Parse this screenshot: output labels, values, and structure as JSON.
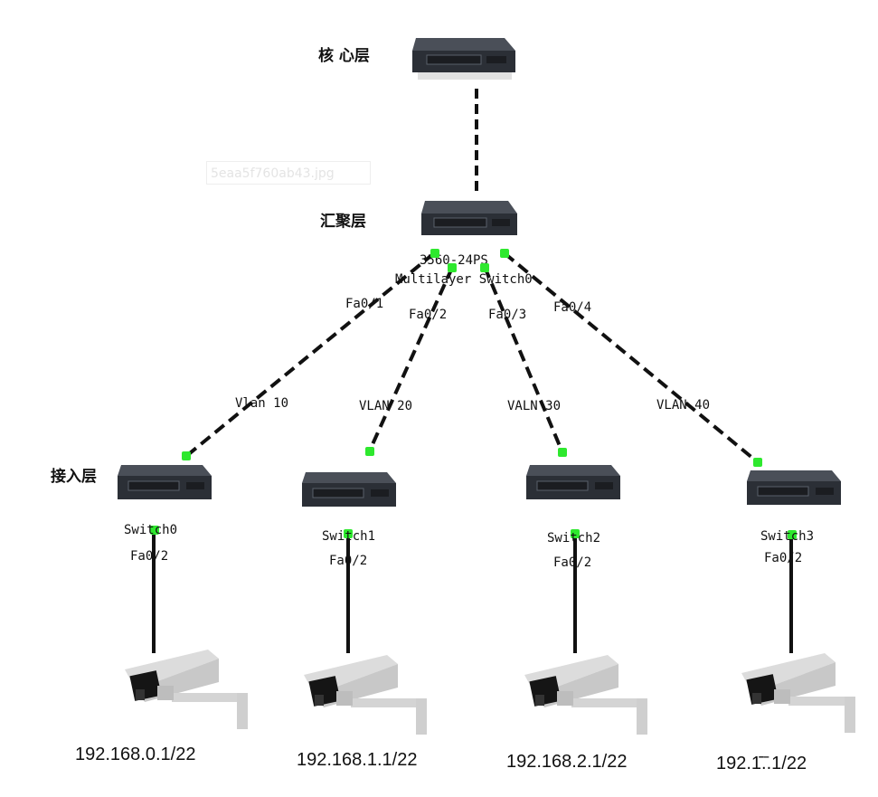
{
  "layers": {
    "core": "核 心层",
    "aggregation": "汇聚层",
    "access": "接入层"
  },
  "watermark": "5eaa5f760ab43.jpg",
  "core_switch": {
    "icon": "network-switch-icon"
  },
  "multilayer_switch": {
    "model": "3560-24PS",
    "name": "Multilayer Switch0",
    "icon": "network-switch-icon"
  },
  "uplinks": [
    {
      "port": "Fa0/1",
      "vlan": "Vlan 10"
    },
    {
      "port": "Fa0/2",
      "vlan": "VLAN 20"
    },
    {
      "port": "Fa0/3",
      "vlan": "VALN 30"
    },
    {
      "port": "Fa0/4",
      "vlan": "VLAN 40"
    }
  ],
  "access_switches": [
    {
      "name": "Switch0",
      "port": "Fa0/2",
      "camera_ip": "192.168.0.1/22"
    },
    {
      "name": "Switch1",
      "port": "Fa0/2",
      "camera_ip": "192.168.1.1/22"
    },
    {
      "name": "Switch2",
      "port": "Fa0/2",
      "camera_ip": "192.168.2.1/22"
    },
    {
      "name": "Switch3",
      "port": "Fa0/2",
      "camera_ip": "192.1̄̄.̄.1/22"
    }
  ],
  "colors": {
    "link": "#111111",
    "port_indicator": "#2ee82e",
    "switch_body": "#2b2f36"
  }
}
